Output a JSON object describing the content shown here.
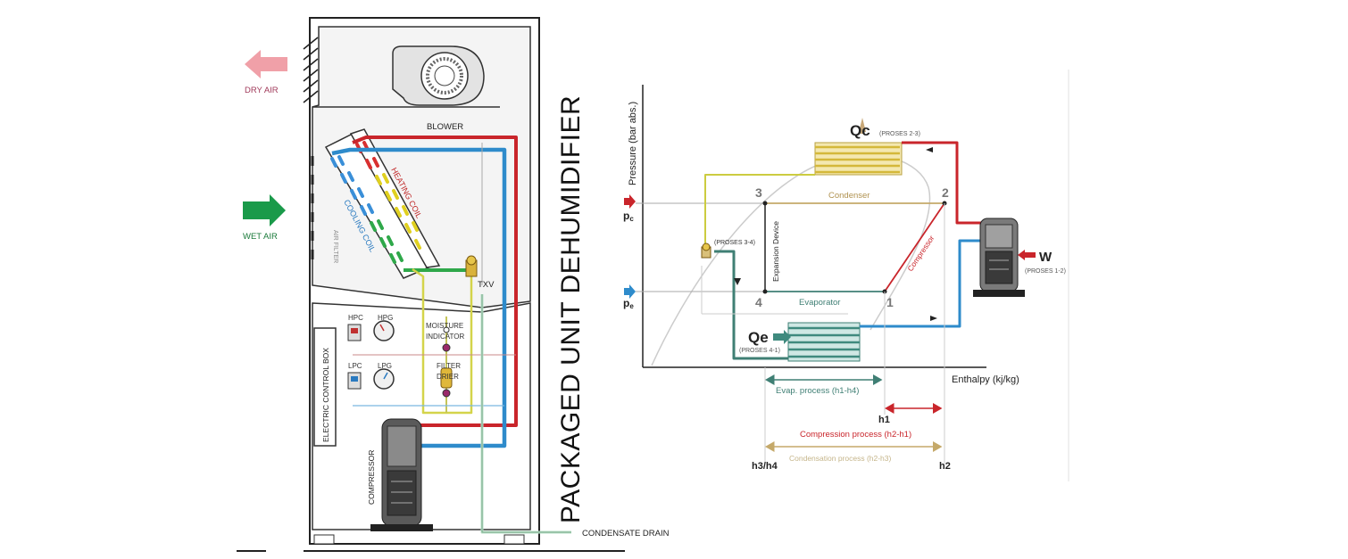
{
  "title": "PACKAGED UNIT DEHUMIDIFIER",
  "unit": {
    "dry_air": "DRY AIR",
    "wet_air": "WET AIR",
    "blower": "BLOWER",
    "heating_coil": "HEATING COIL",
    "cooling_coil": "COOLING COIL",
    "air_filter": "AIR FILTER",
    "txv": "TXV",
    "hpc": "HPC",
    "hpg": "HPG",
    "lpc": "LPC",
    "lpg": "LPG",
    "moisture_1": "MOISTURE",
    "moisture_2": "INDICATOR",
    "filter_1": "FILTER",
    "filter_2": "DRIER",
    "control_box": "ELECTRIC CONTROL BOX",
    "compressor": "COMPRESSOR",
    "condensate": "CONDENSATE DRAIN"
  },
  "ph": {
    "y_axis": "Pressure (bar abs.)",
    "x_axis": "Enthalpy  (kj/kg)",
    "pc": "p",
    "pc_sub": "c",
    "pe": "p",
    "pe_sub": "e",
    "pt1": "1",
    "pt2": "2",
    "pt3": "3",
    "pt4": "4",
    "condenser": "Condenser",
    "evaporator": "Evaporator",
    "expansion": "Expansion Device",
    "compressor": "Compressor",
    "qc": "Qc",
    "qc_note": "(PROSES 2-3)",
    "qe": "Qe",
    "qe_note": "(PROSES 4-1)",
    "w": "W",
    "w_note": "(PROSES 1-2)",
    "exp_note": "(PROSES 3-4)",
    "evap_process": "Evap. process (h1-h4)",
    "h1": "h1",
    "comp_process": "Compression process (h2-h1)",
    "h34": "h3/h4",
    "cond_process": "Condensation process (h2-h3)",
    "h2": "h2"
  },
  "colors": {
    "hot_line": "#c9252b",
    "cold_line": "#2e8bcb",
    "liquid_line": "#cfcf3a",
    "evap_line": "#3f7f74",
    "compress": "#c9252b",
    "condense": "#c5a96a",
    "dry_air": "#f0a0a8",
    "wet_air": "#1a9a4a"
  }
}
